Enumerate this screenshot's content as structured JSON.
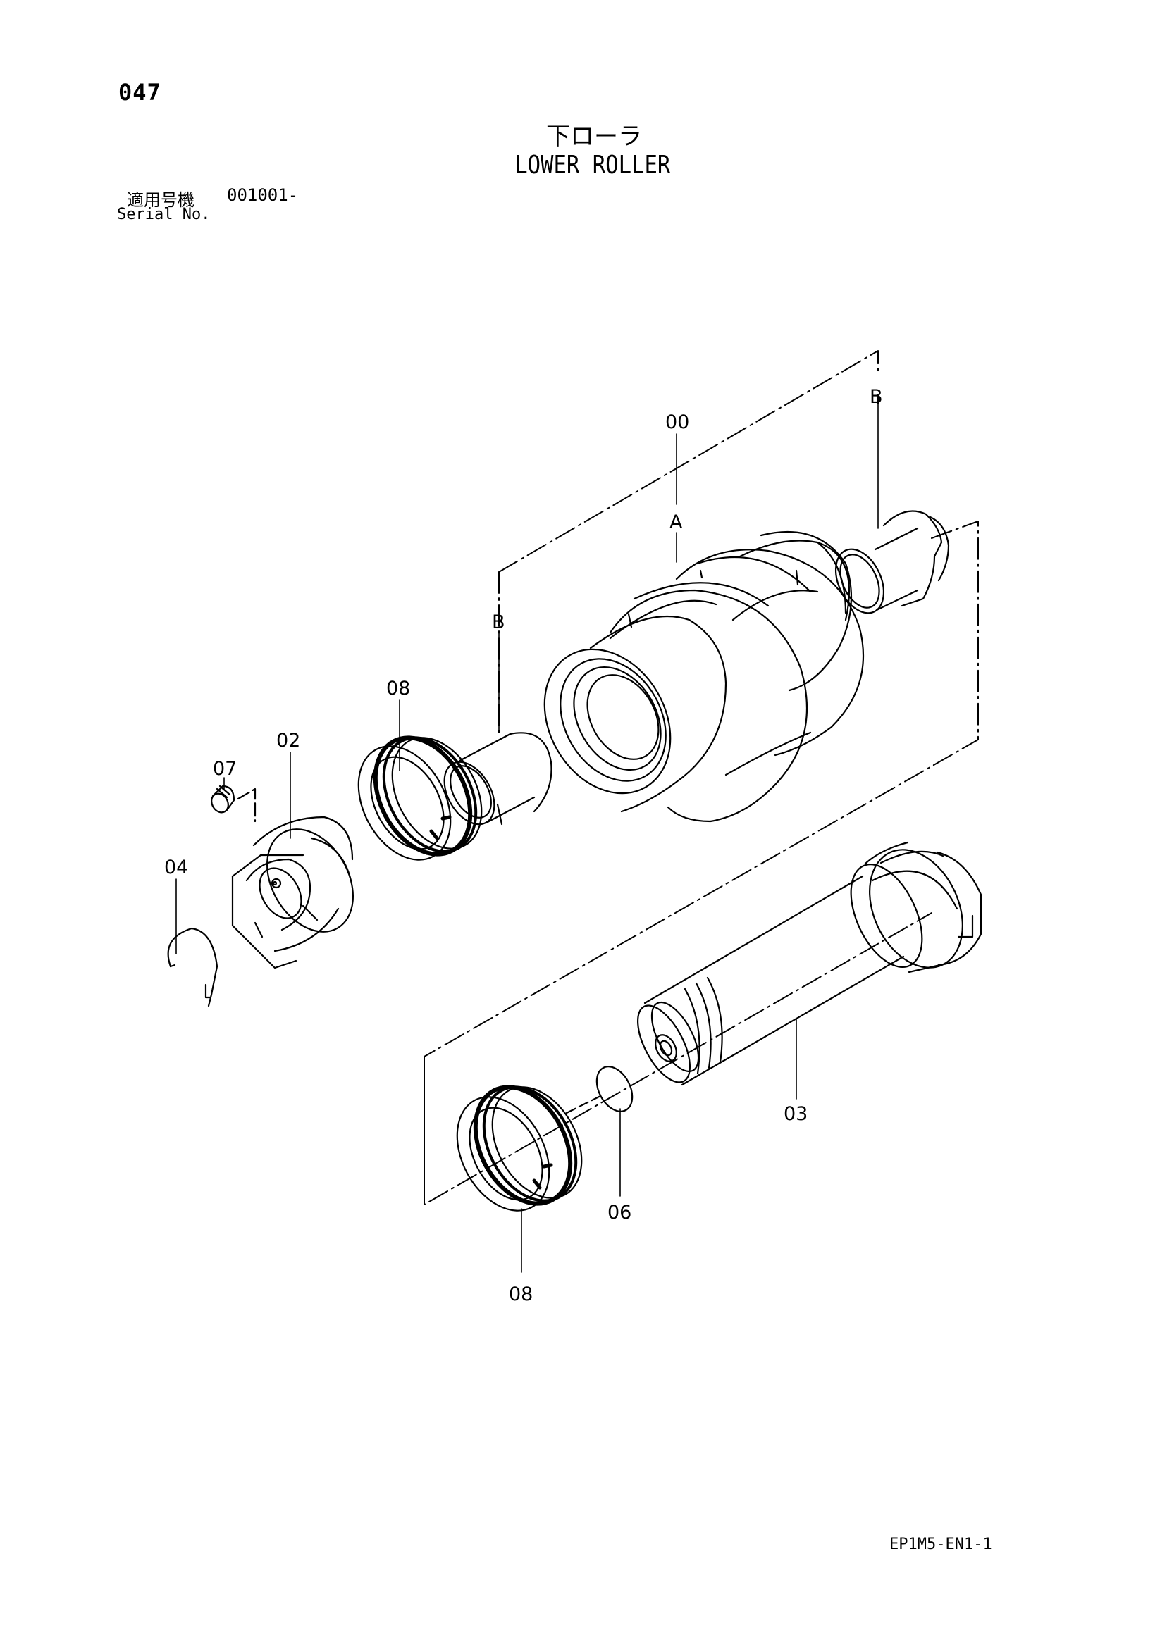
{
  "page_number": "047",
  "title_jp": "下ローラ",
  "title_en": "LOWER ROLLER",
  "serial": {
    "label_jp": "適用号機",
    "value": "001001-",
    "label_en": "Serial No."
  },
  "callouts": {
    "p00": "00",
    "pA": "A",
    "pB_right": "B",
    "pB_left": "B",
    "p02": "02",
    "p03": "03",
    "p04": "04",
    "p06": "06",
    "p07": "07",
    "p08_top": "08",
    "p08_bottom": "08"
  },
  "document_code": "EP1M5-EN1-1"
}
